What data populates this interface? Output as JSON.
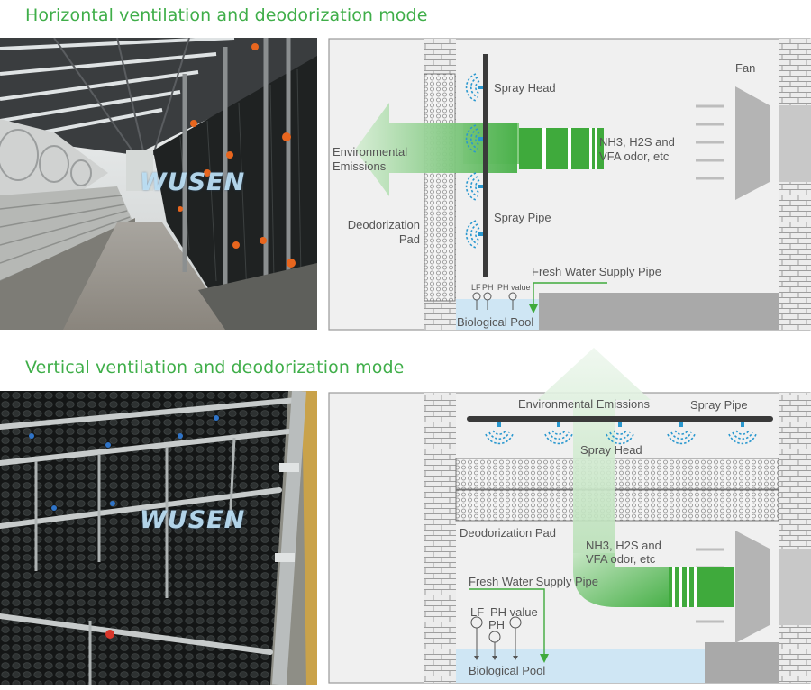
{
  "horizontal": {
    "title": "Horizontal ventilation and deodorization mode",
    "watermark": "WUSEN",
    "labels": {
      "spray_head": "Spray Head",
      "fan": "Fan",
      "env_line1": "Environmental",
      "env_line2": "Emissions",
      "odor_line1": "NH3, H2S and",
      "odor_line2": "VFA odor, etc",
      "pad_line1": "Deodorization",
      "pad_line2": "Pad",
      "spray_pipe": "Spray Pipe",
      "fresh_water": "Fresh Water Supply Pipe",
      "lf": "LF",
      "ph": "PH",
      "ph_value": "PH value",
      "pool": "Biological Pool"
    }
  },
  "vertical": {
    "title": "Vertical ventilation and deodorization mode",
    "watermark": "WUSEN",
    "labels": {
      "env": "Environmental Emissions",
      "spray_pipe": "Spray Pipe",
      "spray_head": "Spray Head",
      "pad": "Deodorization Pad",
      "odor_line1": "NH3, H2S and",
      "odor_line2": "VFA odor, etc",
      "fresh_water": "Fresh Water Supply Pipe",
      "lf": "LF",
      "ph": "PH",
      "ph_value": "PH value",
      "pool": "Biological Pool"
    }
  },
  "colors": {
    "title_green": "#3fae49",
    "flow_green": "#3faa3c",
    "spray_blue": "#2a98cf",
    "pool_blue": "#cfe6f4",
    "wall_gray": "#e4e4e4"
  }
}
